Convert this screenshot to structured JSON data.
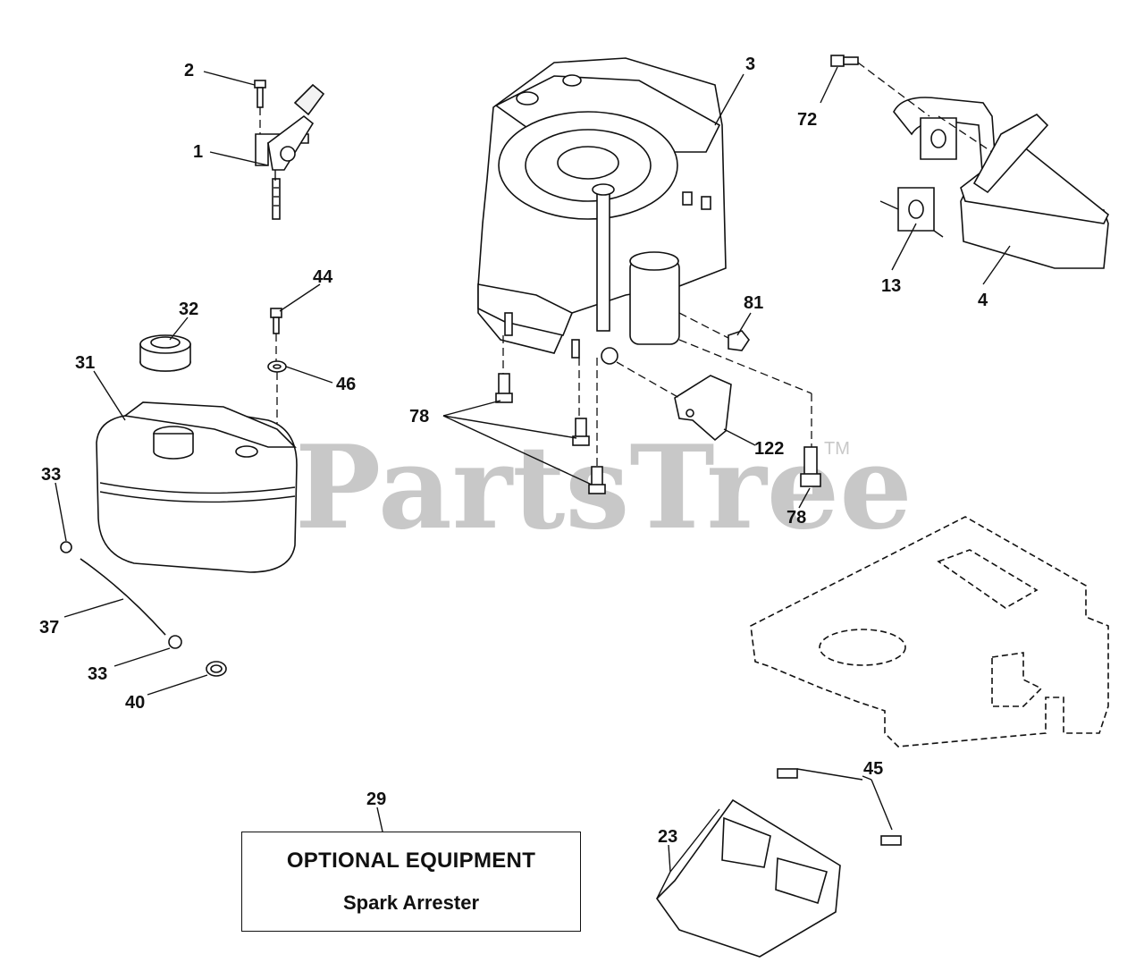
{
  "watermark": {
    "text": "PartsTree",
    "trademark": "TM"
  },
  "callouts": {
    "c1": "1",
    "c2": "2",
    "c3": "3",
    "c4": "4",
    "c13": "13",
    "c23": "23",
    "c29": "29",
    "c31": "31",
    "c32": "32",
    "c33a": "33",
    "c33b": "33",
    "c37": "37",
    "c40": "40",
    "c44": "44",
    "c45": "45",
    "c46": "46",
    "c72": "72",
    "c78a": "78",
    "c78b": "78",
    "c81": "81",
    "c122": "122"
  },
  "optional_box": {
    "line1": "OPTIONAL EQUIPMENT",
    "line2": "Spark Arrester"
  }
}
